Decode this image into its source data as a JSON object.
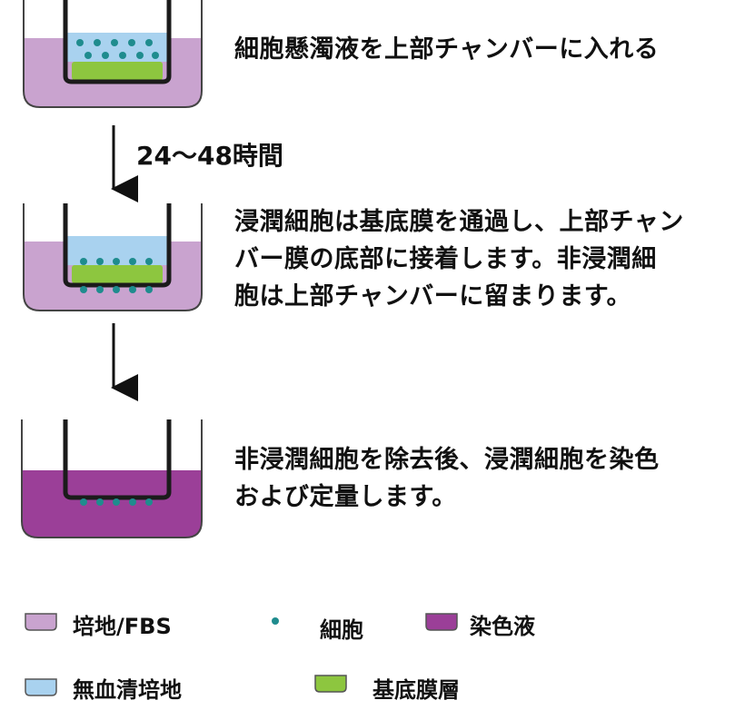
{
  "steps": [
    {
      "text": "細胞懸濁液を上部チャンバーに入れる"
    },
    {
      "text": "浸潤細胞は基底膜を通過し、上部チャン\nバー膜の底部に接着します。非浸潤細\n胞は上部チャンバーに留まります。"
    },
    {
      "text": "非浸潤細胞を除去後、浸潤細胞を染色\nおよび定量します。"
    }
  ],
  "time_label": "24～48時間",
  "legend": [
    {
      "label": "培地/FBS",
      "color": "#c9a3cf"
    },
    {
      "label": "細胞",
      "color": "#1f8c8e"
    },
    {
      "label": "染色液",
      "color": "#9b3f98"
    },
    {
      "label": "無血清培地",
      "color": "#a9d2ef"
    },
    {
      "label": "基底膜層",
      "color": "#8dc63f"
    }
  ],
  "colors": {
    "medium": "#c9a3cf",
    "serum_free": "#a9d2ef",
    "matrix": "#8dc63f",
    "cell": "#1f8c8e",
    "stain": "#9b3f98",
    "outline": "#333333"
  }
}
